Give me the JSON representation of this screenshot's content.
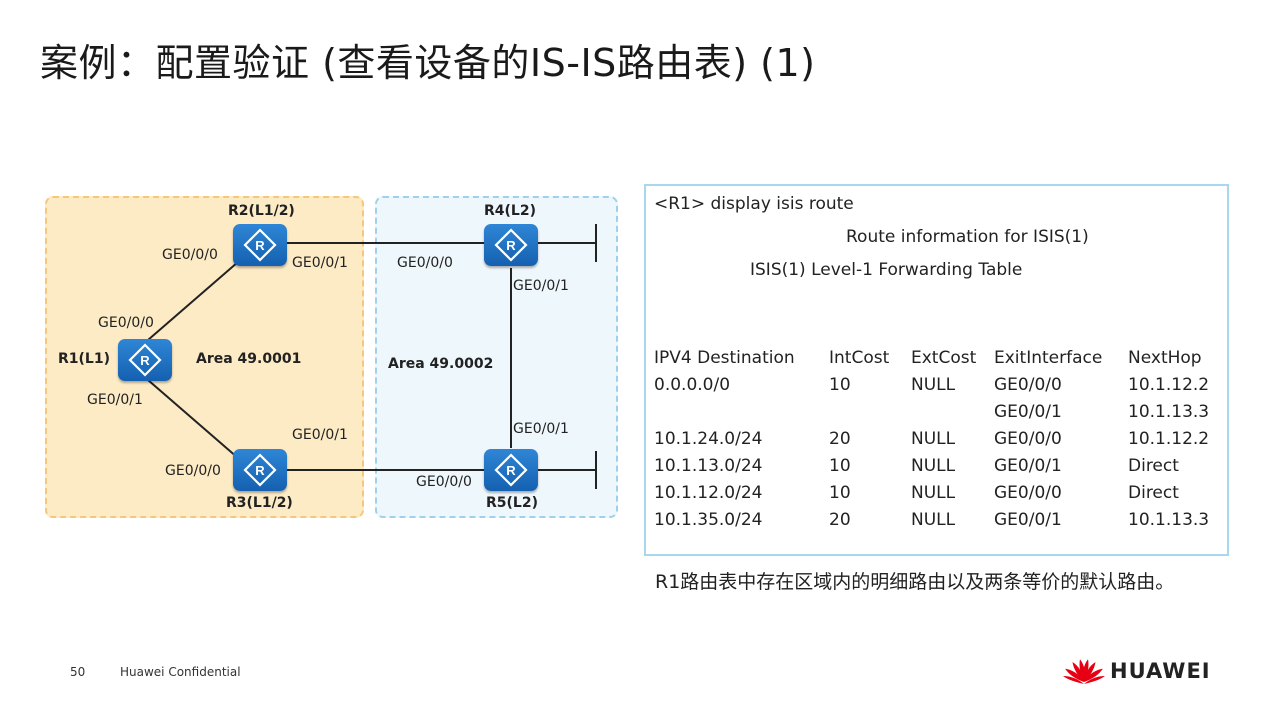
{
  "slide": {
    "title": "案例：配置验证 (查看设备的IS-IS路由表) (1)",
    "caption": "R1路由表中存在区域内的明细路由以及两条等价的默认路由。",
    "page_number": "50",
    "confidential": "Huawei Confidential",
    "brand": "HUAWEI"
  },
  "topology": {
    "routers": {
      "r1": "R1(L1)",
      "r2": "R2(L1/2)",
      "r3": "R3(L1/2)",
      "r4": "R4(L2)",
      "r5": "R5(L2)"
    },
    "areas": {
      "area1": "Area 49.0001",
      "area2": "Area 49.0002"
    },
    "interfaces": {
      "r2_left": "GE0/0/0",
      "r2_right": "GE0/0/1",
      "r4_left": "GE0/0/0",
      "r4_down": "GE0/0/1",
      "r1_up": "GE0/0/0",
      "r1_down": "GE0/0/1",
      "r3_up": "GE0/0/1",
      "r3_left": "GE0/0/0",
      "r5_up": "GE0/0/1",
      "r5_left": "GE0/0/0"
    }
  },
  "cli": {
    "command": "<R1> display isis route",
    "header1": "Route information for ISIS(1)",
    "header2": "ISIS(1) Level-1 Forwarding Table",
    "columns": [
      "IPV4 Destination",
      "IntCost",
      "ExtCost",
      "ExitInterface",
      "NextHop"
    ],
    "rows": [
      [
        "0.0.0.0/0",
        "10",
        "NULL",
        "GE0/0/0",
        "10.1.12.2"
      ],
      [
        "",
        "",
        "",
        "GE0/0/1",
        "10.1.13.3"
      ],
      [
        "10.1.24.0/24",
        "20",
        "NULL",
        "GE0/0/0",
        "10.1.12.2"
      ],
      [
        "10.1.13.0/24",
        "10",
        "NULL",
        "GE0/0/1",
        "Direct"
      ],
      [
        "10.1.12.0/24",
        "10",
        "NULL",
        "GE0/0/0",
        "Direct"
      ],
      [
        "10.1.35.0/24",
        "20",
        "NULL",
        "GE0/0/1",
        "10.1.13.3"
      ]
    ]
  },
  "colors": {
    "area1_fill": "#fdebc6",
    "area2_fill": "#eef7fc",
    "router": "#1a6fc4",
    "logo_red": "#e60012"
  },
  "icons": {
    "router": "router-icon",
    "logo": "huawei-petal-logo"
  }
}
